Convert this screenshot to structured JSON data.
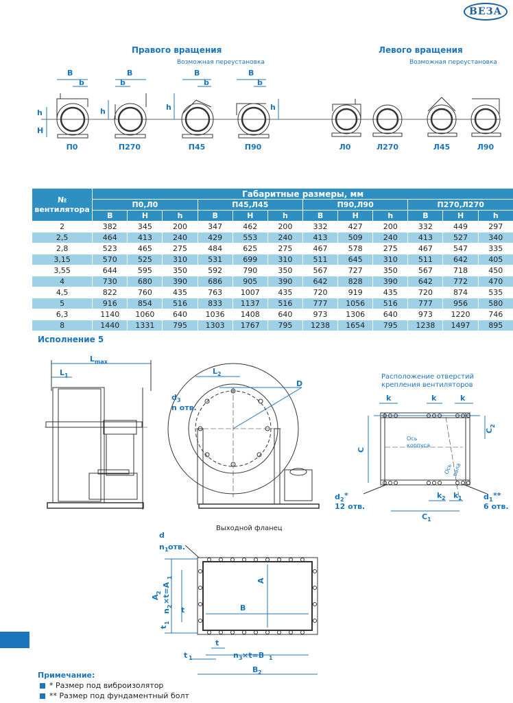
{
  "logo": "ВЕЗА",
  "top": {
    "right_rotation": "Правого вращения",
    "left_rotation": "Левого вращения",
    "reinstall_right": "Возможная переустановка",
    "reinstall_left": "Возможная переустановка",
    "dim_B": "B",
    "dim_b": "b",
    "dim_h": "h",
    "dim_H": "H",
    "fans": [
      "П0",
      "П270",
      "П45",
      "П90",
      "Л0",
      "Л270",
      "Л45",
      "Л90"
    ]
  },
  "table": {
    "header_fan": "№ вентилятора",
    "header_group": "Габаритные размеры, мм",
    "configs": [
      "П0,Л0",
      "П45,Л45",
      "П90,Л90",
      "П270,Л270"
    ],
    "subcols": [
      "B",
      "H",
      "h"
    ],
    "rows": [
      [
        "2",
        "382",
        "345",
        "200",
        "347",
        "462",
        "200",
        "332",
        "427",
        "200",
        "332",
        "449",
        "297"
      ],
      [
        "2,5",
        "464",
        "413",
        "240",
        "429",
        "553",
        "240",
        "413",
        "509",
        "240",
        "413",
        "527",
        "340"
      ],
      [
        "2,8",
        "523",
        "465",
        "275",
        "484",
        "625",
        "275",
        "467",
        "578",
        "275",
        "467",
        "547",
        "335"
      ],
      [
        "3,15",
        "570",
        "525",
        "310",
        "531",
        "699",
        "310",
        "511",
        "645",
        "310",
        "511",
        "642",
        "405"
      ],
      [
        "3,55",
        "644",
        "595",
        "350",
        "592",
        "790",
        "350",
        "567",
        "727",
        "350",
        "567",
        "718",
        "450"
      ],
      [
        "4",
        "730",
        "680",
        "390",
        "686",
        "905",
        "390",
        "642",
        "828",
        "390",
        "642",
        "772",
        "470"
      ],
      [
        "4,5",
        "822",
        "760",
        "435",
        "763",
        "1007",
        "435",
        "720",
        "919",
        "435",
        "720",
        "874",
        "535"
      ],
      [
        "5",
        "916",
        "854",
        "516",
        "833",
        "1137",
        "516",
        "777",
        "1056",
        "516",
        "777",
        "956",
        "580"
      ],
      [
        "6,3",
        "1140",
        "1060",
        "640",
        "1036",
        "1408",
        "640",
        "973",
        "1306",
        "640",
        "973",
        "1220",
        "746"
      ],
      [
        "8",
        "1440",
        "1331",
        "795",
        "1303",
        "1767",
        "795",
        "1238",
        "1654",
        "795",
        "1238",
        "1497",
        "895"
      ]
    ]
  },
  "execution": "Исполнение 5",
  "drawing": {
    "Lmax": "L",
    "Lmax_sub": "max",
    "L1": "L",
    "L1_sub": "1",
    "L2": "L",
    "L2_sub": "2",
    "d3": "d",
    "d3_sub": "3",
    "n_holes": "n отв.",
    "D": "D"
  },
  "mount": {
    "title1": "Расположение отверстий",
    "title2": "крепления вентиляторов",
    "k": "k",
    "C": "C",
    "C2": "C",
    "C2_sub": "2",
    "axis_body1": "Ось",
    "axis_body2": "корпуса",
    "axis_shaft1": "Ось",
    "axis_shaft2": "вала",
    "d2": "d",
    "d2_sub": "2",
    "d2_star": "*",
    "d2_holes": "12 отв.",
    "d1": "d",
    "d1_sub": "1",
    "d1_star": "**",
    "d1_holes": "6 отв.",
    "k2": "k",
    "k2_sub": "2",
    "k1": "k",
    "k1_sub": "1",
    "C1": "C",
    "C1_sub": "1"
  },
  "flange": {
    "title": "Выходной фланец",
    "d": "d",
    "n1": "n",
    "n1_sub": "1",
    "n1_suffix": " отв.",
    "A": "A",
    "A2": "A",
    "A2_sub": "2",
    "n2": "n",
    "n2_sub": "2",
    "n2_eq": "×t=A",
    "n2_eq_sub": "1",
    "t": "t",
    "t1": "t",
    "t1_sub": "1",
    "B": "B",
    "n3": "n",
    "n3_sub": "3",
    "n3_eq": "×t=B",
    "n3_eq_sub": "1",
    "B2": "B",
    "B2_sub": "2"
  },
  "notes": {
    "title": "Примечание:",
    "items": [
      "* Размер под виброизолятор",
      "** Размер под фундаментный болт"
    ]
  }
}
